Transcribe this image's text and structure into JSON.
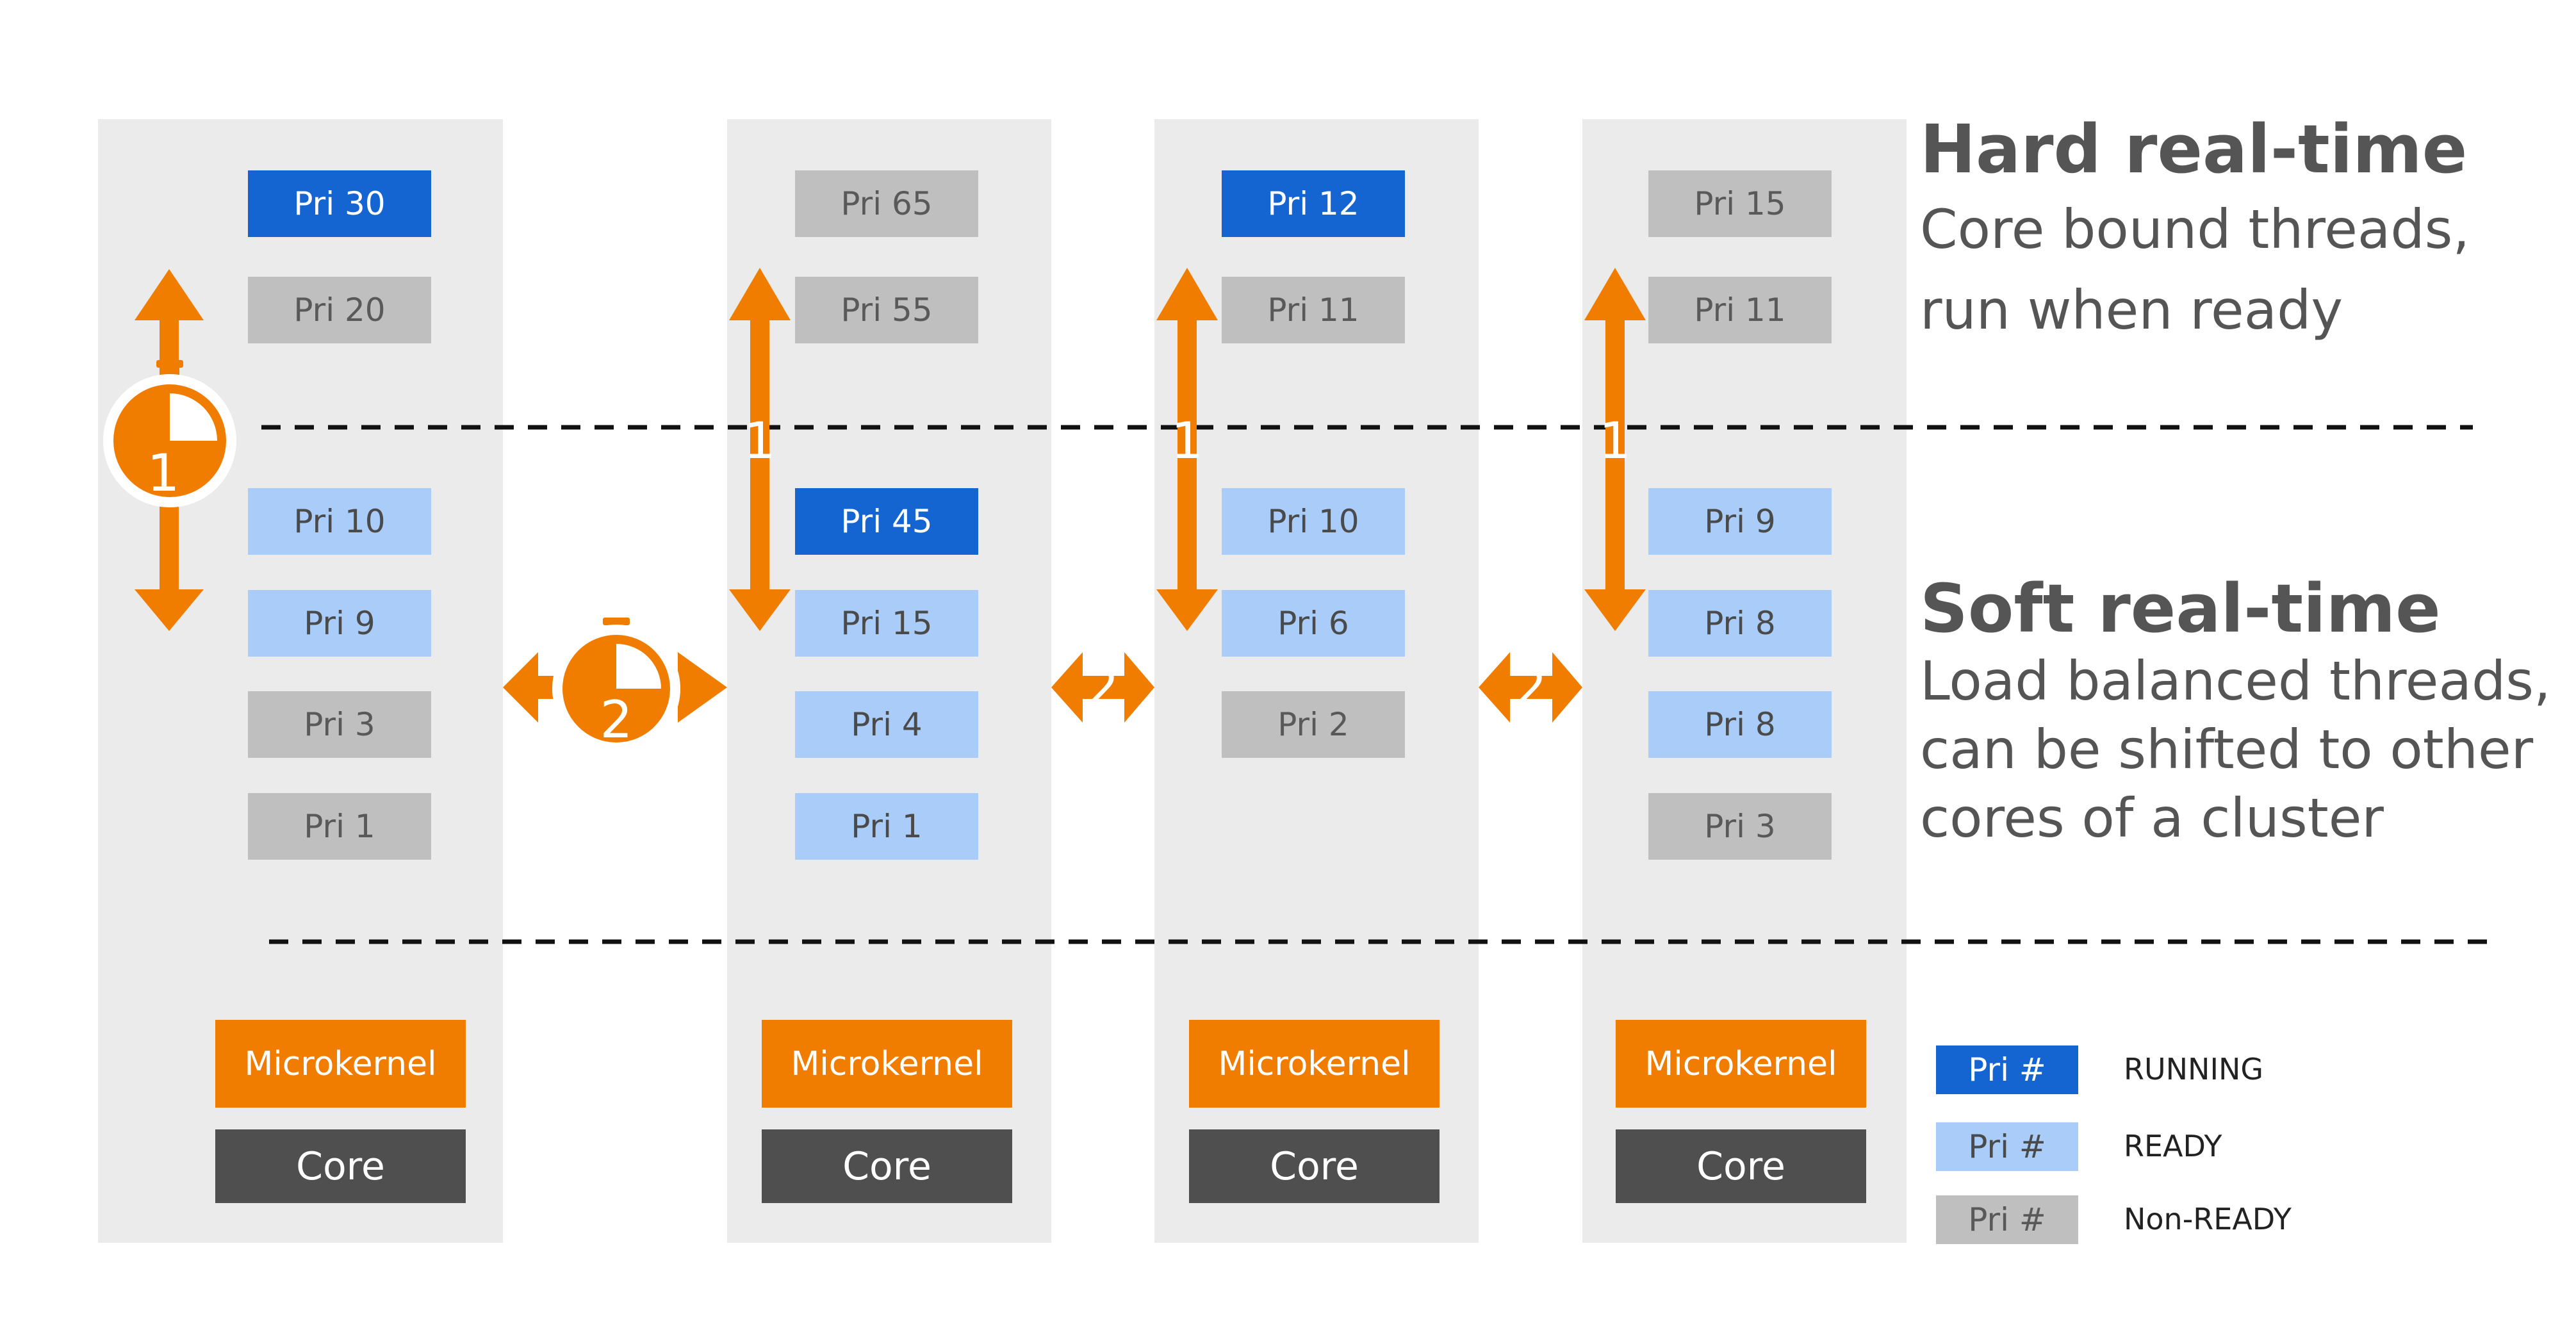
{
  "columns": [
    {
      "threads": [
        {
          "label": "Pri 30",
          "state": "running"
        },
        {
          "label": "Pri 20",
          "state": "nonready"
        },
        {
          "label": "Pri 10",
          "state": "ready"
        },
        {
          "label": "Pri 9",
          "state": "ready"
        },
        {
          "label": "Pri 3",
          "state": "nonready"
        },
        {
          "label": "Pri 1",
          "state": "nonready"
        }
      ],
      "microkernel": "Microkernel",
      "core": "Core"
    },
    {
      "threads": [
        {
          "label": "Pri 65",
          "state": "nonready"
        },
        {
          "label": "Pri 55",
          "state": "nonready"
        },
        {
          "label": "Pri 45",
          "state": "running"
        },
        {
          "label": "Pri 15",
          "state": "ready"
        },
        {
          "label": "Pri 4",
          "state": "ready"
        },
        {
          "label": "Pri 1",
          "state": "ready"
        }
      ],
      "microkernel": "Microkernel",
      "core": "Core"
    },
    {
      "threads": [
        {
          "label": "Pri 12",
          "state": "running"
        },
        {
          "label": "Pri 11",
          "state": "nonready"
        },
        {
          "label": "Pri 10",
          "state": "ready"
        },
        {
          "label": "Pri 6",
          "state": "ready"
        },
        {
          "label": "Pri 2",
          "state": "nonready"
        }
      ],
      "microkernel": "Microkernel",
      "core": "Core"
    },
    {
      "threads": [
        {
          "label": "Pri 15",
          "state": "nonready"
        },
        {
          "label": "Pri 11",
          "state": "nonready"
        },
        {
          "label": "Pri 9",
          "state": "ready"
        },
        {
          "label": "Pri 8",
          "state": "ready"
        },
        {
          "label": "Pri 8",
          "state": "ready"
        },
        {
          "label": "Pri 3",
          "state": "nonready"
        }
      ],
      "microkernel": "Microkernel",
      "core": "Core"
    }
  ],
  "hard_realtime": {
    "title": "Hard real-time",
    "desc_lines": [
      "Core bound threads,",
      "run when ready"
    ]
  },
  "soft_realtime": {
    "title": "Soft real-time",
    "desc_lines": [
      "Load balanced threads,",
      "can be shifted to other",
      "cores of a cluster"
    ]
  },
  "markers": {
    "one": "1",
    "two": "2"
  },
  "legend": [
    {
      "swatch": "Pri #",
      "label": "RUNNING",
      "state": "running"
    },
    {
      "swatch": "Pri #",
      "label": "READY",
      "state": "ready"
    },
    {
      "swatch": "Pri #",
      "label": "Non-READY",
      "state": "nonready"
    }
  ],
  "colors": {
    "running": "#1464d2",
    "ready": "#a9cdf8",
    "nonready": "#bfbfbf",
    "accent": "#f07d00",
    "core": "#4f4f4f",
    "column_bg": "#ebebeb"
  }
}
